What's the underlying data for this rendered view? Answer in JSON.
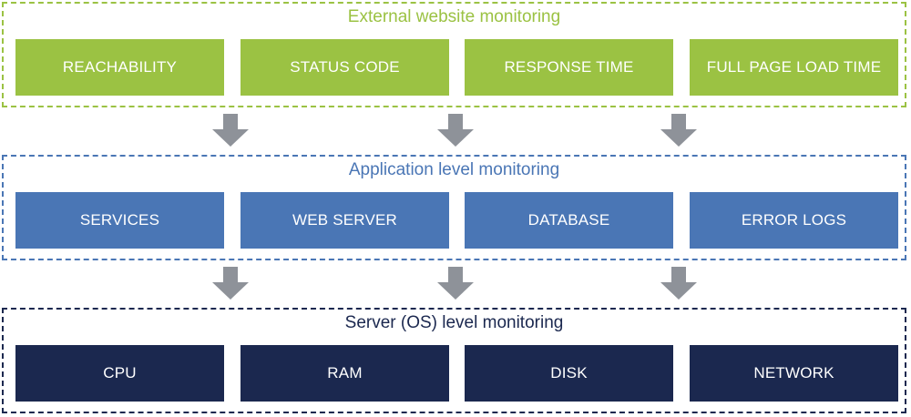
{
  "colors": {
    "external": "#9bc243",
    "application": "#4a76b5",
    "server": "#1b284f",
    "arrow": "#8e9299"
  },
  "sections": [
    {
      "id": "external",
      "title": "External website monitoring",
      "items": [
        "REACHABILITY",
        "STATUS CODE",
        "RESPONSE TIME",
        "FULL PAGE LOAD TIME"
      ]
    },
    {
      "id": "application",
      "title": "Application level monitoring",
      "items": [
        "SERVICES",
        "WEB SERVER",
        "DATABASE",
        "ERROR LOGS"
      ]
    },
    {
      "id": "server",
      "title": "Server (OS) level monitoring",
      "items": [
        "CPU",
        "RAM",
        "DISK",
        "NETWORK"
      ]
    }
  ],
  "arrows": {
    "icon": "down-arrow-icon",
    "rows": 2,
    "per_row": 3
  }
}
